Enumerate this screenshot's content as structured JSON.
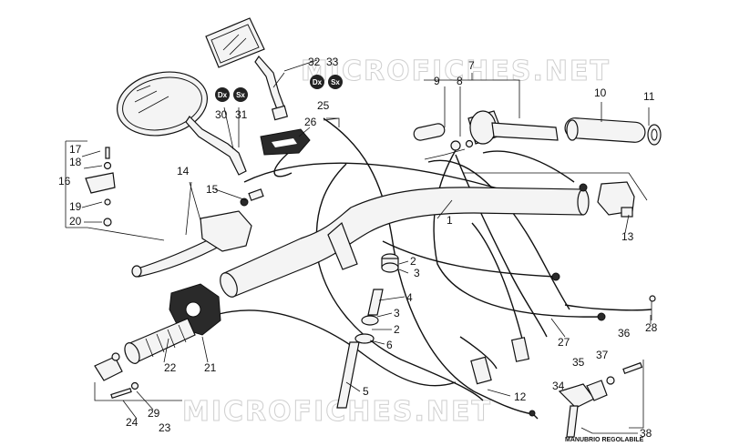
{
  "watermarks": {
    "top": "MICROFICHES.NET",
    "bottom": "MICROFICHES.NET"
  },
  "callouts": {
    "c1": "1",
    "c2a": "2",
    "c2b": "2",
    "c3a": "3",
    "c3b": "3",
    "c4": "4",
    "c5": "5",
    "c6": "6",
    "c7": "7",
    "c8": "8",
    "c9": "9",
    "c10": "10",
    "c11": "11",
    "c12": "12",
    "c13": "13",
    "c14": "14",
    "c15": "15",
    "c16": "16",
    "c17": "17",
    "c18": "18",
    "c19": "19",
    "c20": "20",
    "c21": "21",
    "c22": "22",
    "c23": "23",
    "c24": "24",
    "c25": "25",
    "c26": "26",
    "c27": "27",
    "c28": "28",
    "c29": "29",
    "c30": "30",
    "c31": "31",
    "c32": "32",
    "c33": "33",
    "c34": "34",
    "c35": "35",
    "c36": "36",
    "c37": "37",
    "c38": "38"
  },
  "side_badges": {
    "left_pair_dx": "Dx",
    "left_pair_sx": "Sx",
    "right_pair_dx": "Dx",
    "right_pair_sx": "Sx"
  },
  "notes": {
    "manubrio": "MANUBRIO REGOLABILE"
  }
}
